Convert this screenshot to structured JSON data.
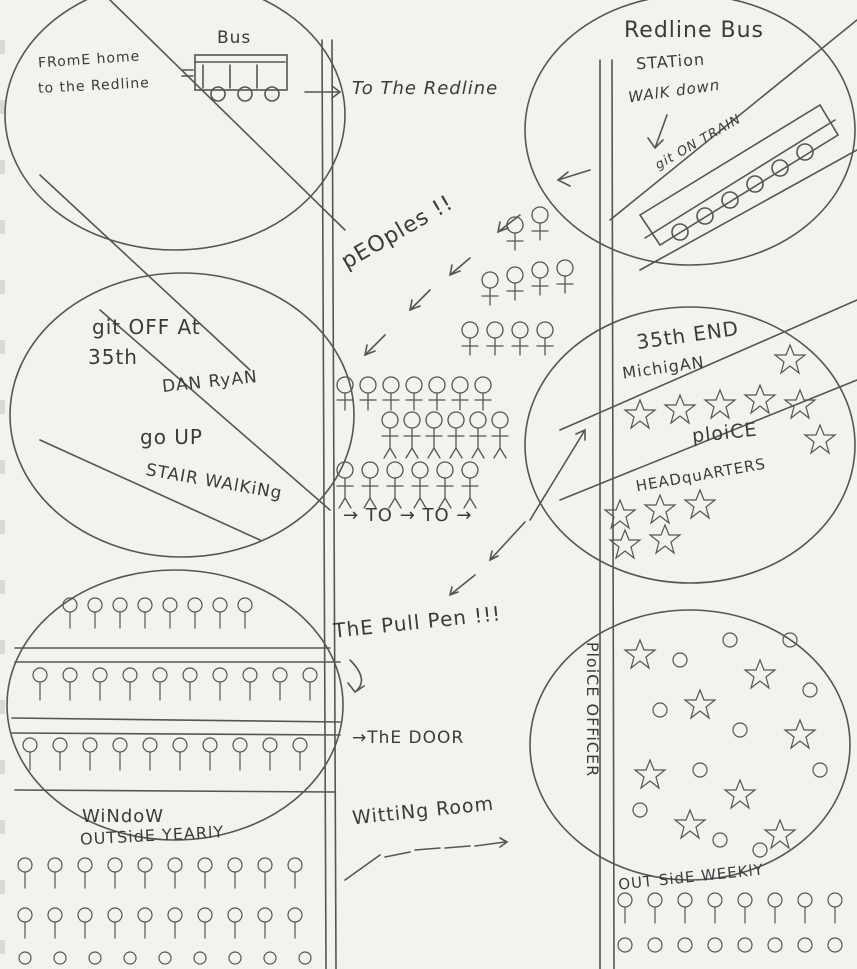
{
  "palette": {
    "paper": "#f3f2ee",
    "pencil": "#4a4a4a",
    "light_pencil": "#9a9a9a"
  },
  "labels": {
    "bus": "Bus",
    "from_home": "FRomE home",
    "to_redline_small": "to the Redline",
    "to_the_redline": "To The Redline",
    "redline_bus": "Redline Bus",
    "station": "STATion",
    "walkdown": "WAlK down",
    "git_on_train": "git ON TRAIN",
    "peoples": "pEOples !!",
    "git_off_at": "git OFF At",
    "thirty_fifth": "35th",
    "dan_ryan": "DAN RyAN",
    "go_up": "go UP",
    "stair_walking": "STAIR WAlKiNg",
    "to_arrows": "→ TO → TO →",
    "thirty_fifth_end": "35th END",
    "michigan": "MichigAN",
    "ploice": "ploiCE",
    "headquarters": "HEADquARTERS",
    "pull_pen": "ThE Pull Pen !!!",
    "the_door": "→ThE DOOR",
    "ploice_officer": "PloiCE OFFiCER",
    "window": "WiNdoW",
    "witting_room": "WittiNg Room",
    "outside_yearly": "OUTSidE YEARlY",
    "outside_weekly": "OUT SidE WEEKlY"
  }
}
